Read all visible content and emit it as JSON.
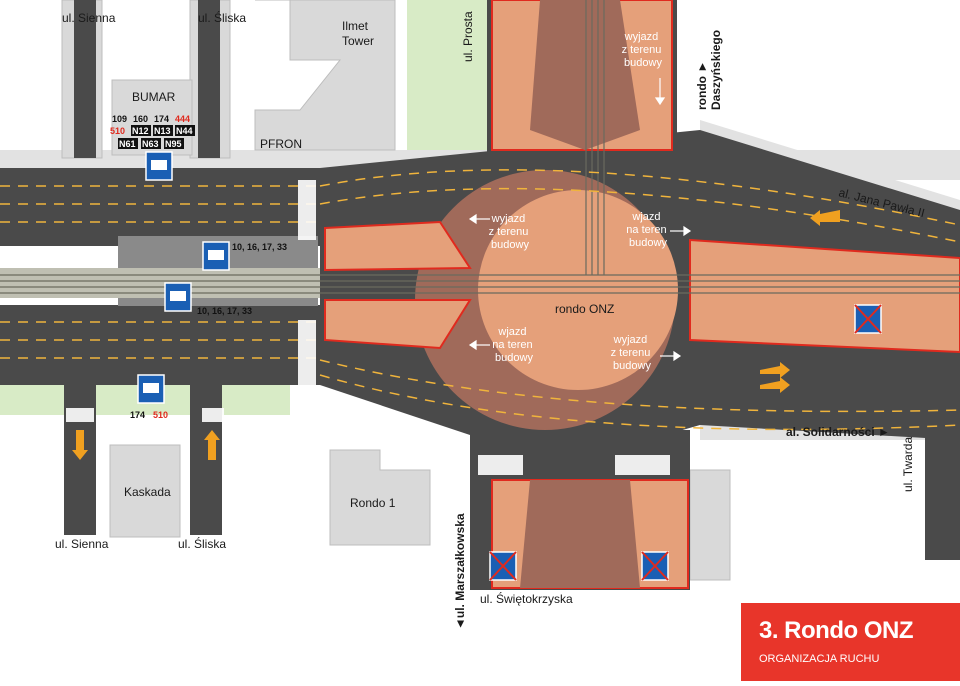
{
  "streets": {
    "sienna_top": "ul. Sienna",
    "sliska_top": "ul. Śliska",
    "prosta": "ul. Prosta",
    "daszynskiego": "rondo ►\nDaszyńskiego",
    "jana_pawla": "al. Jana Pawła II",
    "solidarnosci": "al. Solidarności ►",
    "twarda": "ul. Twarda",
    "swietokrzyska": "ul. Świętokrzyska",
    "marszalkowska": "◄ul. Marszałkowska",
    "sienna_bottom": "ul. Sienna",
    "sliska_bottom": "ul. Śliska",
    "rondo_onz": "rondo ONZ"
  },
  "buildings": {
    "ilmet": "Ilmet\nTower",
    "bumar": "BUMAR",
    "pfron": "PFRON",
    "kaskada": "Kaskada",
    "rondo1": "Rondo 1"
  },
  "construction_labels": {
    "exit_top_right": "wyjazd\nz terenu\nbudowy",
    "exit_left_upper": "wyjazd\nz terenu\nbudowy",
    "entry_right_upper": "wjazd\nna teren\nbudowy",
    "entry_left_lower": "wjazd\nna teren\nbudowy",
    "exit_right_lower": "wyjazd\nz terenu\nbudowy"
  },
  "stops": {
    "bumar_day_lines": [
      "109",
      "160",
      "174"
    ],
    "bumar_day_red": "444",
    "bumar_red_line": "510",
    "bumar_night_row1": [
      "N12",
      "N13",
      "N44"
    ],
    "bumar_night_row2": [
      "N61",
      "N63",
      "N95"
    ],
    "tram_north_lines": "10, 16, 17, 33",
    "tram_south_lines": "10, 16, 17, 33",
    "kaskada_line": "174",
    "kaskada_red": "510"
  },
  "title": {
    "main": "3. Rondo ONZ",
    "sub": "ORGANIZACJA RUCHU"
  },
  "colors": {
    "asphalt": "#4a4a4a",
    "construction_dark": "#a06a5a",
    "construction_light": "#e5a07a",
    "lane_marking": "#f0b43c",
    "green": "#d8ebc6",
    "building": "#d9d9d9",
    "title_red": "#e8352a"
  }
}
